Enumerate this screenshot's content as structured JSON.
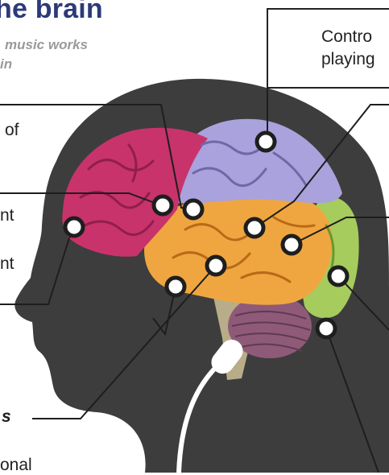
{
  "header": {
    "title": "he brain",
    "subtitle_line1": "music works",
    "subtitle_line2": "in"
  },
  "callout": {
    "line1": "Contro",
    "line2": "playing"
  },
  "labels": [
    {
      "key": "left_1",
      "text": "of"
    },
    {
      "key": "left_2",
      "text": "nt"
    },
    {
      "key": "left_3",
      "text": "nt"
    },
    {
      "key": "left_4",
      "text": "s"
    },
    {
      "key": "left_5",
      "text": "onal"
    }
  ],
  "colors": {
    "title": "#2d3a78",
    "subtitle": "#9a9a9a",
    "silhouette": "#3d3d3d",
    "frontal_lobe": "#c8336b",
    "parietal_lobe": "#a9a2dc",
    "temporal_lobe": "#f0a640",
    "occipital_lobe": "#a5cc5c",
    "cerebellum": "#8f5a78",
    "brainstem": "#b8ad88",
    "leader_line": "#1e1e1e"
  }
}
